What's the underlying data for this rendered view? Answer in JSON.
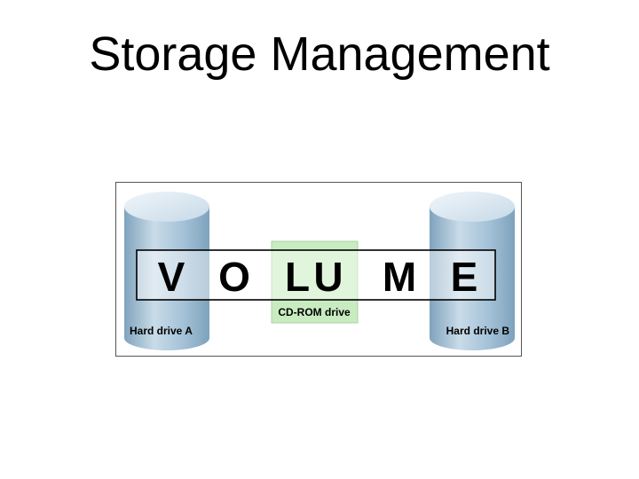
{
  "slide": {
    "title": "Storage Management"
  },
  "diagram": {
    "volume_letters": [
      "V",
      "O",
      "L",
      "U",
      "M",
      "E"
    ],
    "labels": {
      "drive_a": "Hard drive A",
      "drive_b": "Hard drive B",
      "cdrom": "CD-ROM drive"
    },
    "colors": {
      "cylinder_body": "#9fbfd6",
      "cylinder_top": "#d8e6f0",
      "cdrom_fill": "#c8ecc0",
      "volume_fill": "#ffffff",
      "text": "#000000"
    }
  }
}
